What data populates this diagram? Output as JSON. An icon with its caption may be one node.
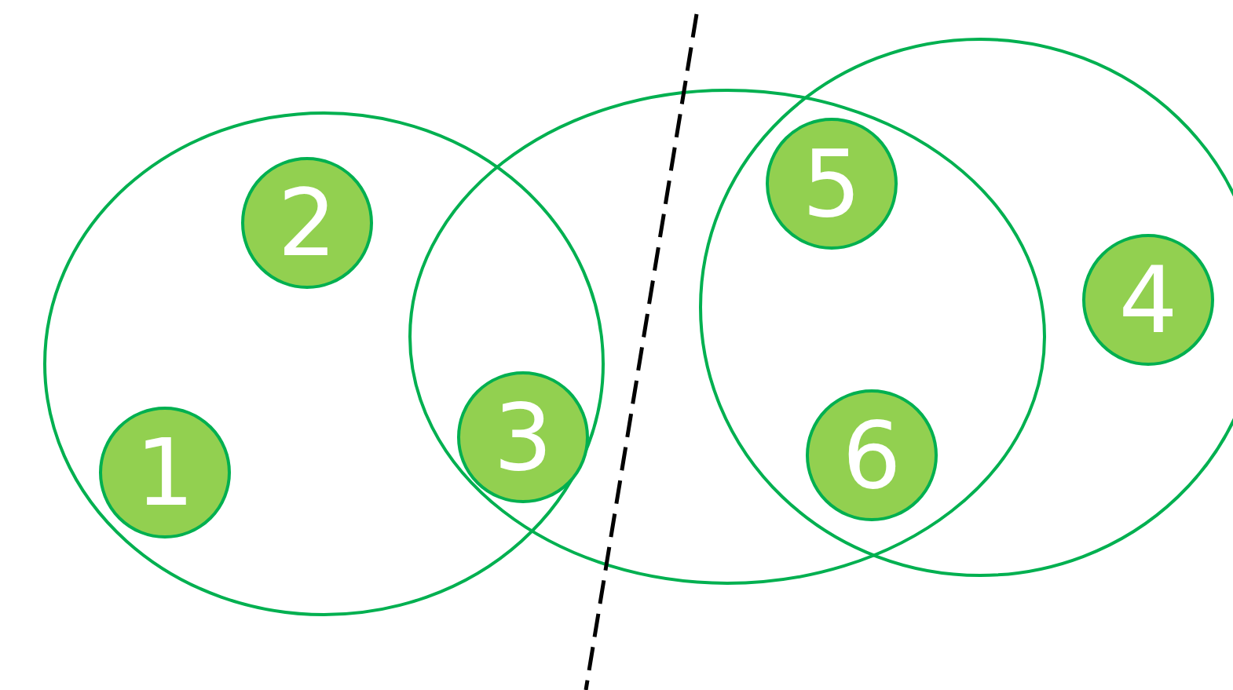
{
  "diagram": {
    "nodes": [
      {
        "text": [],
        "shape": "ellipse"
      },
      {
        "text": [
          "2"
        ],
        "in": 0
      },
      {
        "text": [
          "1"
        ],
        "in": 0
      },
      {
        "text": [
          "3"
        ]
      },
      {
        "text": [],
        "shape": "ellipse"
      },
      {
        "text": [],
        "shape": "ellipse"
      },
      {
        "text": [
          "5"
        ]
      },
      {
        "text": [
          "6"
        ]
      },
      {
        "text": [
          "4"
        ],
        "in": 5
      }
    ]
  }
}
